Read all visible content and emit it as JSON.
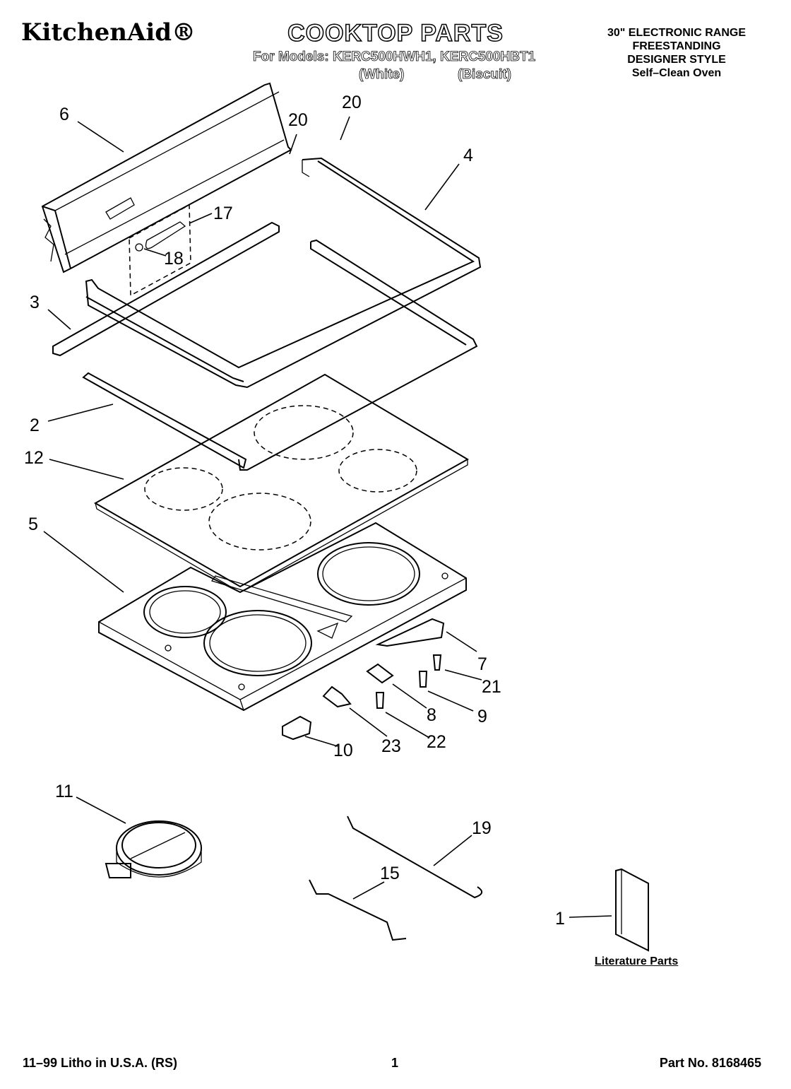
{
  "header": {
    "brand": "KitchenAid®",
    "title": "COOKTOP PARTS",
    "models_line": "For Models: KERC500HWH1, KERC500HBT1",
    "variant_white": "(White)",
    "variant_biscuit": "(Biscuit)",
    "spec_line1": "30\" ELECTRONIC RANGE",
    "spec_line2": "FREESTANDING",
    "spec_line3": "DESIGNER STYLE",
    "spec_line4": "Self–Clean Oven"
  },
  "callouts": [
    {
      "id": "c6",
      "label": "6"
    },
    {
      "id": "c20a",
      "label": "20"
    },
    {
      "id": "c20b",
      "label": "20"
    },
    {
      "id": "c4",
      "label": "4"
    },
    {
      "id": "c17",
      "label": "17"
    },
    {
      "id": "c18",
      "label": "18"
    },
    {
      "id": "c3",
      "label": "3"
    },
    {
      "id": "c2",
      "label": "2"
    },
    {
      "id": "c12",
      "label": "12"
    },
    {
      "id": "c5",
      "label": "5"
    },
    {
      "id": "c7",
      "label": "7"
    },
    {
      "id": "c21",
      "label": "21"
    },
    {
      "id": "c8",
      "label": "8"
    },
    {
      "id": "c9",
      "label": "9"
    },
    {
      "id": "c22",
      "label": "22"
    },
    {
      "id": "c23",
      "label": "23"
    },
    {
      "id": "c10",
      "label": "10"
    },
    {
      "id": "c11",
      "label": "11"
    },
    {
      "id": "c19",
      "label": "19"
    },
    {
      "id": "c15",
      "label": "15"
    },
    {
      "id": "c1",
      "label": "1"
    }
  ],
  "literature_label": "Literature Parts",
  "footer": {
    "left": "11–99 Litho in U.S.A. (RS)",
    "page": "1",
    "part_no": "Part No. 8168465"
  }
}
